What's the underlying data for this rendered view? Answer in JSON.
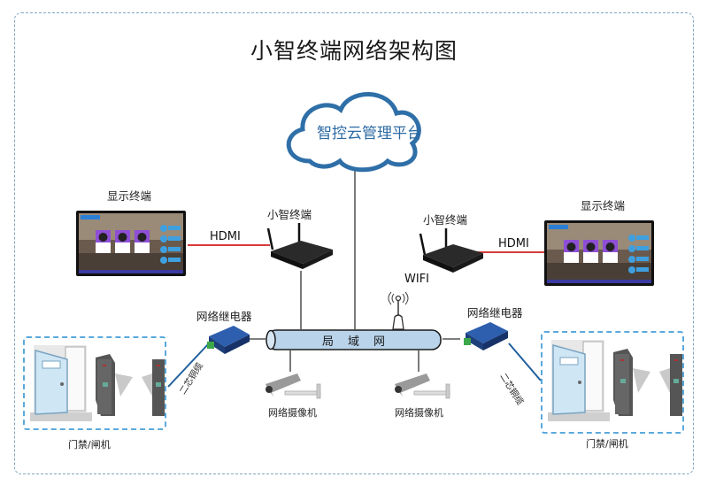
{
  "title": "小智终端网络架构图",
  "cloud": {
    "label": "智控云管理平台",
    "icon": "cloud-icon"
  },
  "left_display": {
    "label": "显示终端",
    "icon": "display-screen-icon"
  },
  "right_display": {
    "label": "显示终端",
    "icon": "display-screen-icon"
  },
  "left_terminal": {
    "label": "小智终端",
    "icon": "router-box-icon"
  },
  "right_terminal": {
    "label": "小智终端",
    "icon": "router-box-icon",
    "connection": "WIFI"
  },
  "links": {
    "left_hdmi": "HDMI",
    "right_hdmi": "HDMI"
  },
  "lan": {
    "label": "局域网",
    "chars": [
      "局",
      "域",
      "网"
    ],
    "ap_icon": "wireless-ap-icon"
  },
  "left_relay": {
    "label": "网络继电器",
    "icon": "network-relay-icon",
    "cable": "二芯铜缆"
  },
  "right_relay": {
    "label": "网络继电器",
    "icon": "network-relay-icon",
    "cable": "二芯铜缆"
  },
  "cameras": [
    {
      "label": "网络摄像机",
      "icon": "cctv-camera-icon"
    },
    {
      "label": "网络摄像机",
      "icon": "cctv-camera-icon"
    }
  ],
  "left_access": {
    "label": "门禁/闸机",
    "icons": [
      "door-icon",
      "turnstile-gate-icon"
    ]
  },
  "right_access": {
    "label": "门禁/闸机",
    "icons": [
      "door-icon",
      "turnstile-gate-icon"
    ]
  },
  "colors": {
    "hdmi_line": "#d63a3a",
    "cable_line": "#1f5f9e",
    "zone_border": "#5aa9dc",
    "frame_border": "#7fa6bf",
    "cloud_stroke": "#2f6fa8",
    "bus_fill": "#b9d3ea"
  }
}
